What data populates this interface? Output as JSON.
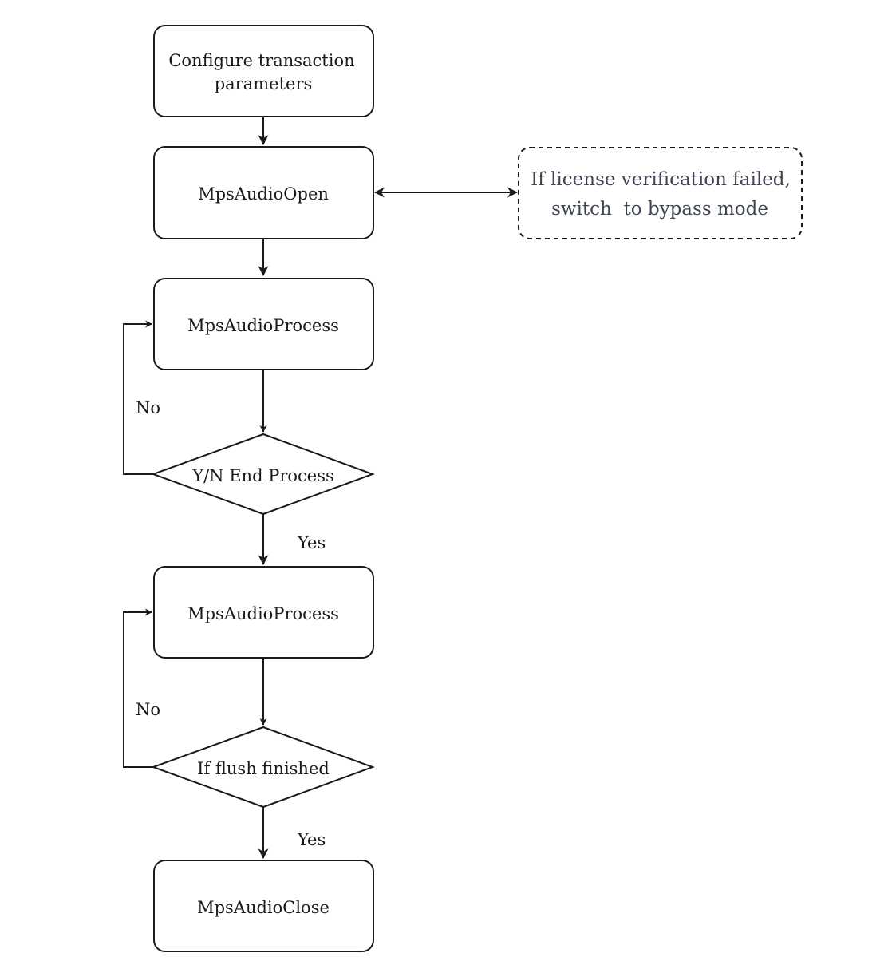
{
  "nodes": {
    "configure": {
      "lines": [
        "Configure transaction",
        "parameters"
      ]
    },
    "open": {
      "label": "MpsAudioOpen"
    },
    "process1": {
      "label": "MpsAudioProcess"
    },
    "decision_end": {
      "label": "Y/N End Process"
    },
    "process2": {
      "label": "MpsAudioProcess"
    },
    "decision_flush": {
      "label": "If flush finished"
    },
    "close": {
      "label": "MpsAudioClose"
    }
  },
  "note": {
    "lines": [
      "If license verification failed,",
      "switch  to bypass mode"
    ]
  },
  "edge_labels": {
    "no_1": "No",
    "yes_1": "Yes",
    "no_2": "No",
    "yes_2": "Yes"
  },
  "colors": {
    "stroke": "#1a1a1a",
    "note_stroke": "#1a1a1a",
    "note_text": "#3e4452",
    "background": "#ffffff"
  }
}
